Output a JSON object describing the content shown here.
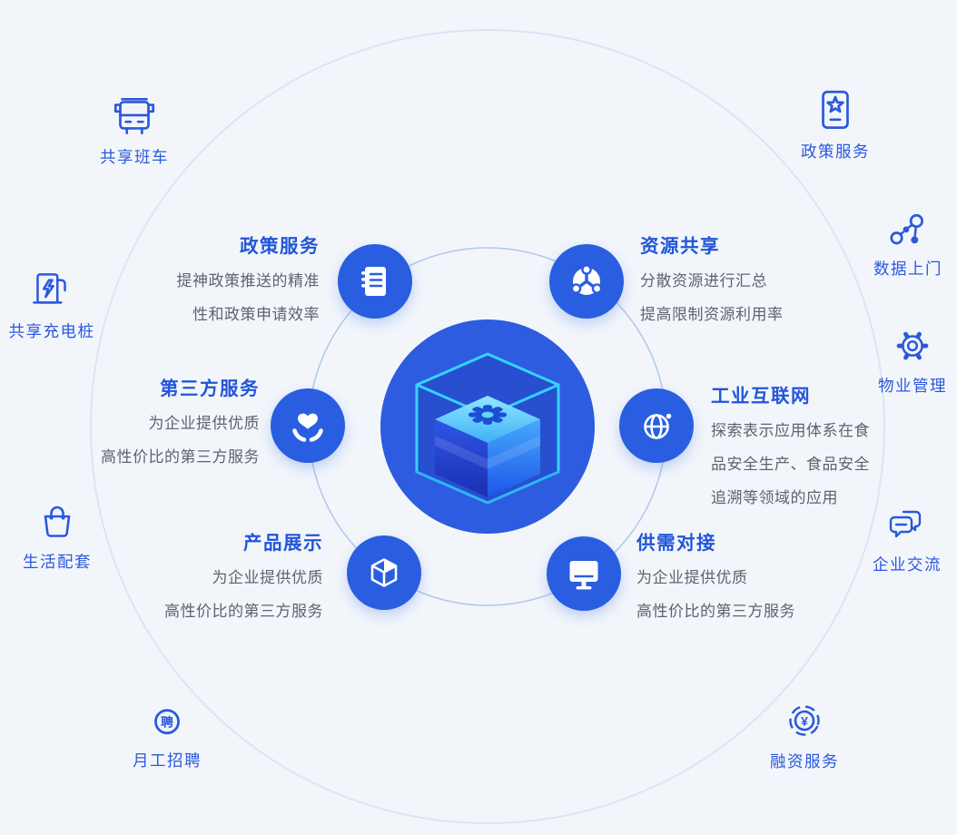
{
  "colors": {
    "background": "#f2f6fb",
    "outer_ring_stroke": "#dee3f6",
    "inner_ring_stroke": "#b2c8f1",
    "hub_fill": "#2e5ce0",
    "node_fill": "#2a5ee1",
    "title_blue": "#2255d9",
    "body_gray": "#5d646e",
    "outer_blue": "#2b58dd",
    "cube_wire_cyan": "#35d3fa"
  },
  "center": {
    "icon": "cube-gear-icon"
  },
  "inner_items": [
    {
      "title": "政策服务",
      "icon": "notebook-icon",
      "lines": [
        "提神政策推送的精准",
        "性和政策申请效率"
      ]
    },
    {
      "title": "资源共享",
      "icon": "share-nodes-icon",
      "lines": [
        "分散资源进行汇总",
        "提高限制资源利用率"
      ]
    },
    {
      "title": "第三方服务",
      "icon": "hands-heart-icon",
      "lines": [
        "为企业提供优质",
        "高性价比的第三方服务"
      ]
    },
    {
      "title": "工业互联网",
      "icon": "globe-icon",
      "lines": [
        "探索表示应用体系在食",
        "品安全生产、食品安全",
        "追溯等领域的应用"
      ]
    },
    {
      "title": "产品展示",
      "icon": "cube-outline-icon",
      "lines": [
        "为企业提供优质",
        "高性价比的第三方服务"
      ]
    },
    {
      "title": "供需对接",
      "icon": "monitor-icon",
      "lines": [
        "为企业提供优质",
        "高性价比的第三方服务"
      ]
    }
  ],
  "outer_items": [
    {
      "label": "共享班车",
      "icon": "bus-icon"
    },
    {
      "label": "政策服务",
      "icon": "certificate-star-icon"
    },
    {
      "label": "共享充电桩",
      "icon": "charging-pile-icon"
    },
    {
      "label": "数据上门",
      "icon": "data-nodes-icon"
    },
    {
      "label": "物业管理",
      "icon": "gear-icon"
    },
    {
      "label": "企业交流",
      "icon": "chat-bubbles-icon"
    },
    {
      "label": "生活配套",
      "icon": "shopping-bag-icon"
    },
    {
      "label": "月工招聘",
      "icon": "hire-badge-icon",
      "icon_char": "聘"
    },
    {
      "label": "融资服务",
      "icon": "yuan-circle-icon",
      "icon_char": "¥"
    }
  ]
}
